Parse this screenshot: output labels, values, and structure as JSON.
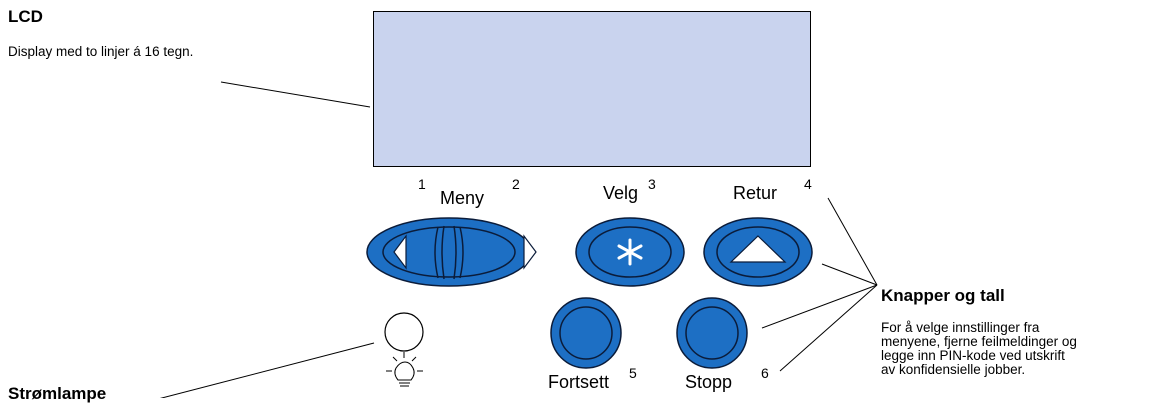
{
  "lcd": {
    "title": "LCD",
    "description": "Display med to linjer á 16 tegn.",
    "color": "#c9d3ee"
  },
  "keys": {
    "menu": {
      "label": "Meny",
      "num_left": "1",
      "num_right": "2"
    },
    "select": {
      "label": "Velg",
      "num": "3",
      "icon": "asterisk-icon"
    },
    "back": {
      "label": "Retur",
      "num": "4",
      "icon": "triangle-up-icon"
    },
    "continue": {
      "label": "Fortsett",
      "num": "5"
    },
    "stop": {
      "label": "Stopp",
      "num": "6"
    }
  },
  "buttons_callout": {
    "title": "Knapper og tall",
    "description_lines": [
      "For å velge innstillinger fra",
      "menyene, fjerne feilmeldinger og",
      "legge inn PIN-kode ved utskrift",
      "av konfidensielle jobber."
    ]
  },
  "power_light": {
    "title": "Strømlampe",
    "icon": "lightbulb-icon"
  },
  "colors": {
    "button_fill": "#1d6fc4",
    "button_stroke": "#0b1c3a"
  }
}
